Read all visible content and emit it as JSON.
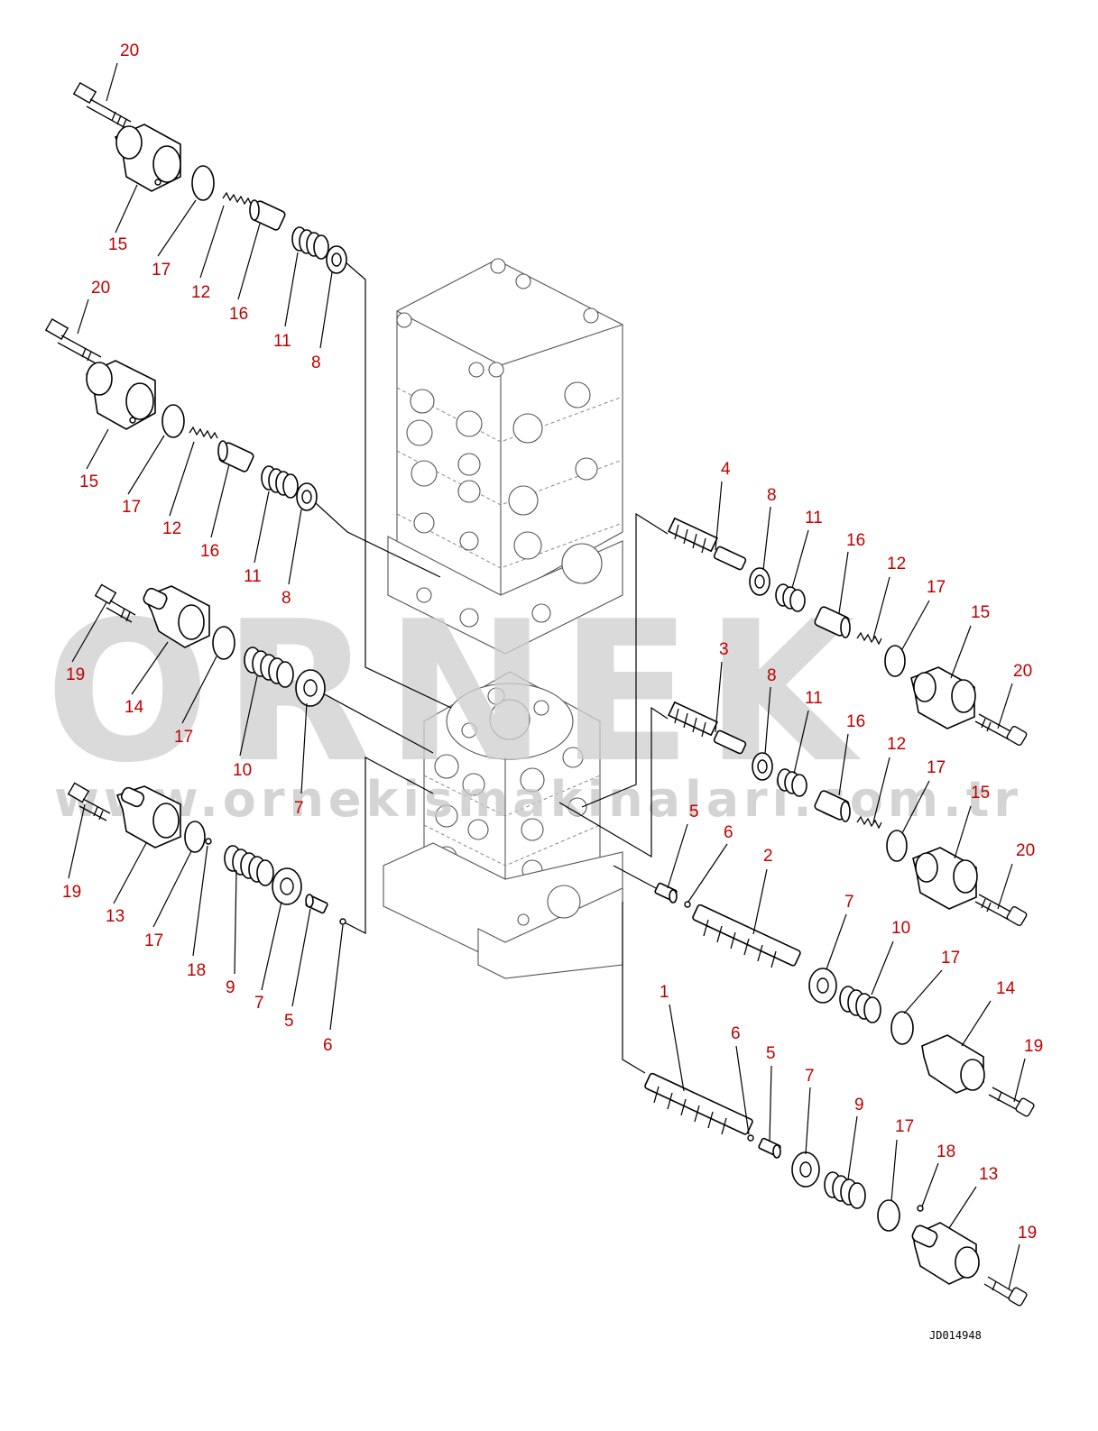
{
  "drawing_code": "JD014948",
  "watermark": {
    "brand": "ORNEK",
    "url": "www.ornekismakinalari.com.tr"
  },
  "callouts": [
    {
      "n": "20"
    },
    {
      "n": "15"
    },
    {
      "n": "17"
    },
    {
      "n": "12"
    },
    {
      "n": "16"
    },
    {
      "n": "11"
    },
    {
      "n": "8"
    },
    {
      "n": "20"
    },
    {
      "n": "15"
    },
    {
      "n": "17"
    },
    {
      "n": "12"
    },
    {
      "n": "16"
    },
    {
      "n": "11"
    },
    {
      "n": "8"
    },
    {
      "n": "19"
    },
    {
      "n": "14"
    },
    {
      "n": "17"
    },
    {
      "n": "10"
    },
    {
      "n": "7"
    },
    {
      "n": "19"
    },
    {
      "n": "13"
    },
    {
      "n": "17"
    },
    {
      "n": "18"
    },
    {
      "n": "9"
    },
    {
      "n": "7"
    },
    {
      "n": "5"
    },
    {
      "n": "6"
    },
    {
      "n": "4"
    },
    {
      "n": "8"
    },
    {
      "n": "11"
    },
    {
      "n": "16"
    },
    {
      "n": "12"
    },
    {
      "n": "17"
    },
    {
      "n": "15"
    },
    {
      "n": "20"
    },
    {
      "n": "3"
    },
    {
      "n": "8"
    },
    {
      "n": "11"
    },
    {
      "n": "16"
    },
    {
      "n": "12"
    },
    {
      "n": "17"
    },
    {
      "n": "15"
    },
    {
      "n": "20"
    },
    {
      "n": "5"
    },
    {
      "n": "6"
    },
    {
      "n": "2"
    },
    {
      "n": "7"
    },
    {
      "n": "10"
    },
    {
      "n": "17"
    },
    {
      "n": "14"
    },
    {
      "n": "19"
    },
    {
      "n": "1"
    },
    {
      "n": "6"
    },
    {
      "n": "5"
    },
    {
      "n": "7"
    },
    {
      "n": "9"
    },
    {
      "n": "17"
    },
    {
      "n": "18"
    },
    {
      "n": "13"
    },
    {
      "n": "19"
    }
  ]
}
